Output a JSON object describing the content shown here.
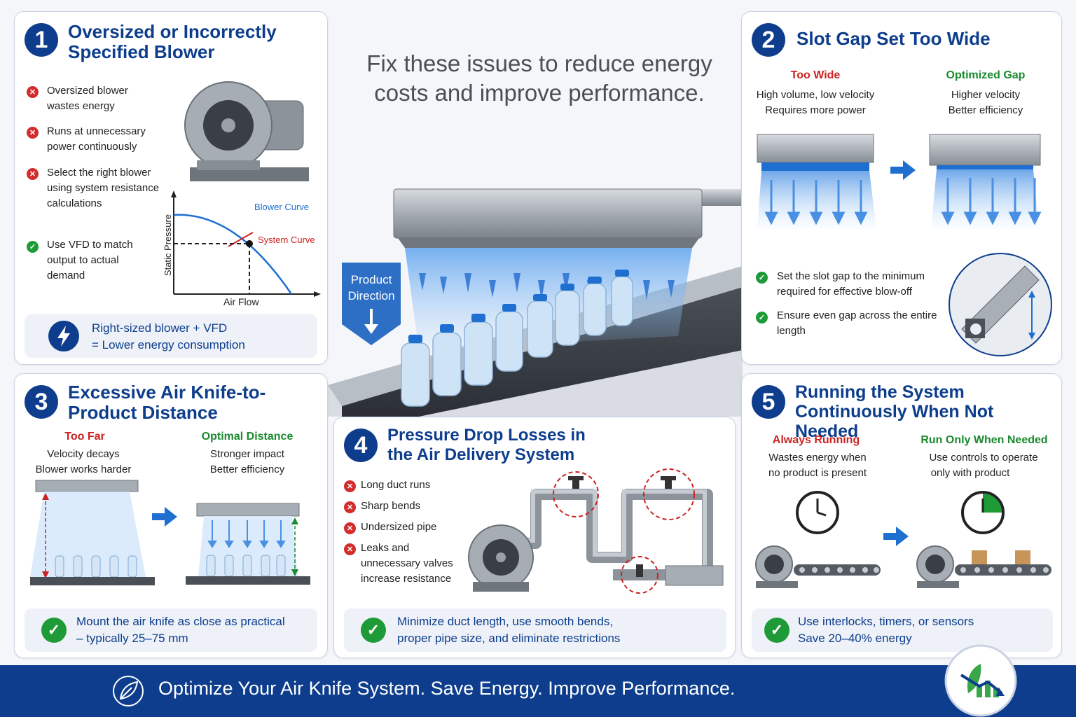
{
  "headline": "Fix these issues to reduce energy costs and improve performance.",
  "product_direction": "Product Direction",
  "panel1": {
    "number": "1",
    "title": "Oversized or Incorrectly Specified Blower",
    "items": [
      "Oversized blower wastes energy",
      "Runs at unnecessary power continuously",
      "Select the right blower using system resistance calculations",
      "Use VFD to match output to actual demand"
    ],
    "chart": {
      "blower_curve": "Blower Curve",
      "system_curve": "System Curve",
      "ylabel": "Static Pressure",
      "xlabel": "Air Flow"
    },
    "callout": [
      "Right-sized blower + VFD",
      "= Lower energy consumption"
    ]
  },
  "panel2": {
    "number": "2",
    "title": "Slot Gap Set Too Wide",
    "left_heading": "Too Wide",
    "left_lines": [
      "High volume, low velocity",
      "Requires more power"
    ],
    "right_heading": "Optimized Gap",
    "right_lines": [
      "Higher velocity",
      "Better efficiency"
    ],
    "items": [
      "Set the slot gap to the minimum required for effective blow-off",
      "Ensure even gap across the entire length"
    ]
  },
  "panel3": {
    "number": "3",
    "title": "Excessive Air Knife-to-Product Distance",
    "left_heading": "Too Far",
    "left_lines": [
      "Velocity decays",
      "Blower works harder"
    ],
    "right_heading": "Optimal Distance",
    "right_lines": [
      "Stronger impact",
      "Better efficiency"
    ],
    "callout": [
      "Mount the air knife as close as practical",
      "– typically 25–75 mm"
    ]
  },
  "panel4": {
    "number": "4",
    "title": "Pressure Drop Losses in the Air Delivery System",
    "items": [
      "Long duct runs",
      "Sharp bends",
      "Undersized pipe",
      "Leaks and unnecessary valves increase resistance"
    ],
    "callout": [
      "Minimize duct length, use smooth bends,",
      "proper pipe size, and eliminate restrictions"
    ]
  },
  "panel5": {
    "number": "5",
    "title": "Running the System Continuously When Not Needed",
    "left_heading": "Always Running",
    "left_lines": [
      "Wastes energy when",
      "no product is present"
    ],
    "right_heading": "Run Only When Needed",
    "right_lines": [
      "Use controls to operate",
      "only with product"
    ],
    "callout": [
      "Use interlocks, timers, or sensors",
      "Save 20–40% energy"
    ]
  },
  "footer": "Optimize Your Air Knife System. Save Energy. Improve Performance.",
  "colors": {
    "navy": "#0d3d8c",
    "red": "#cc2222",
    "green": "#1a8a2e",
    "air_blue": "#4a90e2"
  }
}
